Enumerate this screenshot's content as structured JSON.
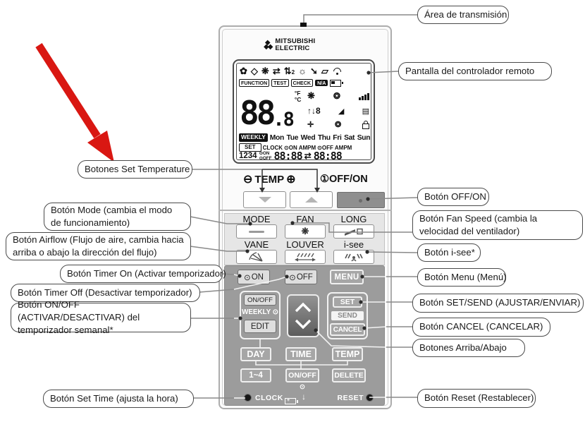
{
  "colors": {
    "arrow_red": "#d91712",
    "panel_dark": "#9c9c9c",
    "mid_panel": "#e6e6e6",
    "lcd_ink": "#111111",
    "leader_gray": "#8a8a8a"
  },
  "icons": {
    "timer_clock": "⊙",
    "power": "①",
    "temp_minus": "⊖",
    "temp_plus": "⊕",
    "mode_auto": "✿",
    "mode_dry": "◇",
    "mode_fan": "❋",
    "mode_circulate": "⇄",
    "mode_step": "⇅",
    "mode_step_n": "2",
    "mode_heat": "☼",
    "long_airflow": "➘",
    "vane_flap": "▱",
    "fan_small": "❋",
    "purifier_swirl": "❂",
    "airflow_steps": "↑↓8",
    "vane_small": "◢",
    "louver_small": "▤",
    "sparkle": "✛",
    "time_arrow": "⇄",
    "down_arrow": "↓"
  },
  "callouts": {
    "left": [
      {
        "text": "Botones Set Temperature"
      },
      {
        "text": "Botón Mode (cambia el modo de funcionamiento)"
      },
      {
        "text": "Botón Airflow (Flujo de aire, cambia hacia arriba o abajo la dirección del flujo)"
      },
      {
        "text": "Botón Timer On (Activar temporizador)"
      },
      {
        "text": "Botón Timer Off (Desactivar temporizador)"
      },
      {
        "text": "Botón ON/OFF (ACTIVAR/DESACTIVAR) del temporizador semanal*"
      },
      {
        "text": "Botón Set Time (ajusta la hora)"
      }
    ],
    "right": [
      {
        "text": "Área de transmisión"
      },
      {
        "text": "Pantalla del controlador remoto"
      },
      {
        "text": "Botón OFF/ON"
      },
      {
        "text": "Botón Fan Speed (cambia la velocidad del ventilador)"
      },
      {
        "text": "Botón i-see*"
      },
      {
        "text": "Botón Menu (Menú)"
      },
      {
        "text": "Botón SET/SEND (AJUSTAR/ENVIAR)"
      },
      {
        "text": "Botón CANCEL (CANCELAR)"
      },
      {
        "text": "Botones Arriba/Abajo"
      },
      {
        "text": "Botón Reset (Restablecer)"
      }
    ]
  },
  "remote": {
    "brand": {
      "line1": "MITSUBISHI",
      "line2": "ELECTRIC"
    },
    "display": {
      "function_labels": [
        "FUNCTION",
        "TEST",
        "CHECK",
        "N/A"
      ],
      "temperature_int": "88",
      "temperature_dec": ".8",
      "unit_f": "°F",
      "unit_c": "°C",
      "weekly": "WEEKLY",
      "days": [
        "Mon",
        "Tue",
        "Wed",
        "Thu",
        "Fri",
        "Sat",
        "Sun"
      ],
      "set": "SET",
      "clock_row": {
        "clock": "CLOCK",
        "on": "ON",
        "ampm": "AMPM",
        "off": "OFF"
      },
      "timer_keys": "1234",
      "time_start": "88:88",
      "time_end": "88:88"
    },
    "temp_controls": {
      "label": "TEMP",
      "offon": "OFF/ON"
    },
    "mid_buttons": {
      "mode": "MODE",
      "fan": "FAN",
      "long": "LONG",
      "vane": "VANE",
      "louver": "LOUVER",
      "isee": "i-see"
    },
    "lower_buttons": {
      "timer_on": "ON",
      "timer_off": "OFF",
      "menu": "MENU",
      "weekly_onoff": "ON/OFF",
      "weekly": "WEEKLY",
      "edit": "EDIT",
      "set": "SET",
      "send": "SEND",
      "cancel": "CANCEL",
      "day": "DAY",
      "time": "TIME",
      "temp": "TEMP",
      "one_four": "1~4",
      "onoff": "ON/OFF",
      "del": "DELETE",
      "clock": "CLOCK",
      "reset": "RESET"
    }
  }
}
